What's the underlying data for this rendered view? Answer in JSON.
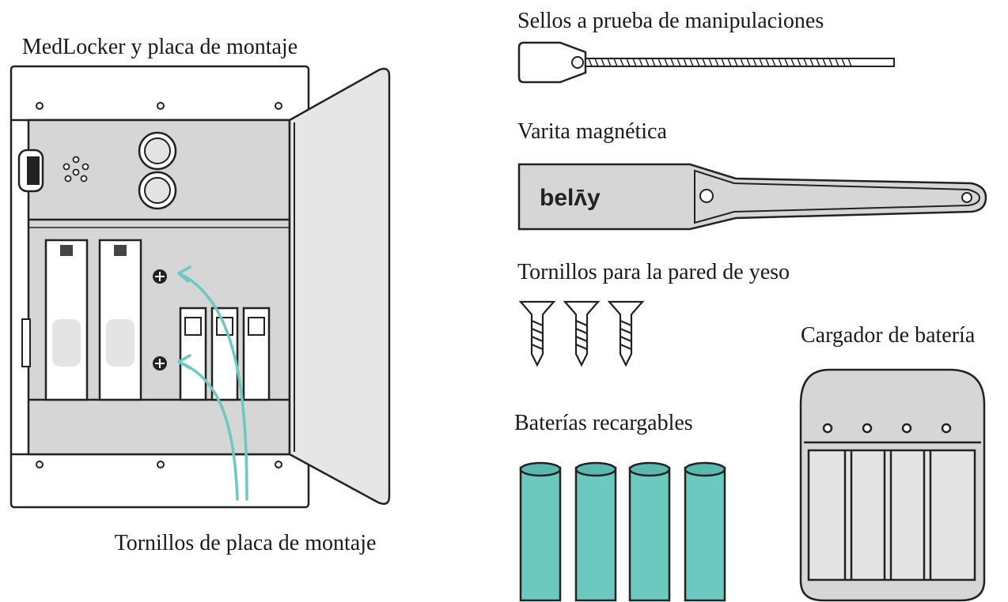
{
  "labels": {
    "medlocker": "MedLocker y placa de montaje",
    "mount_screws": "Tornillos de placa de montaje",
    "seals": "Sellos a prueba de manipulaciones",
    "wand": "Varita magnética",
    "wand_logo": "belʌ̄y",
    "drywall_screws": "Tornillos para la pared de yeso",
    "charger": "Cargador de batería",
    "batteries": "Baterías recargables"
  },
  "colors": {
    "teal": "#6cc9c0",
    "panel_gray": "#d6d6d6",
    "light_gray": "#e4e4e4",
    "ink": "#222222"
  }
}
